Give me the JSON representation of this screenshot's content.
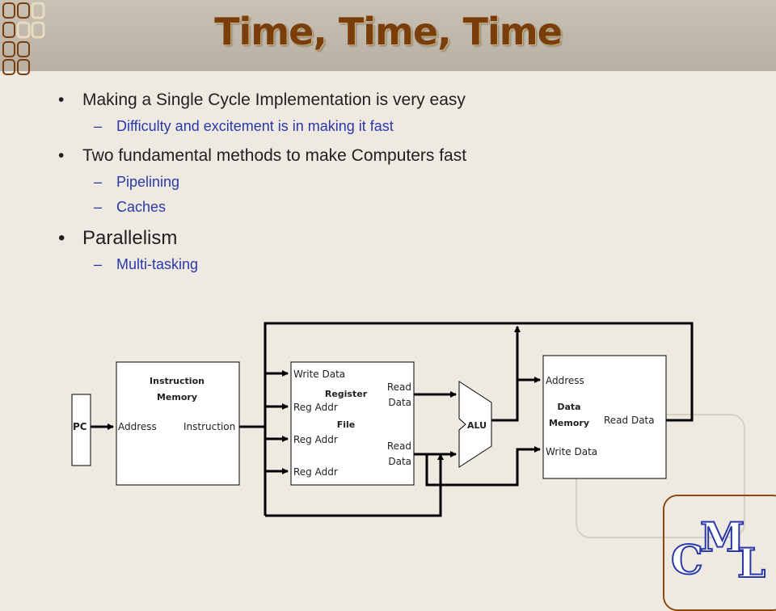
{
  "slide": {
    "title": "Time, Time, Time",
    "bullets": [
      {
        "text": "Making a Single Cycle Implementation is very easy",
        "subs": [
          "Difficulty and excitement is in making it fast"
        ]
      },
      {
        "text": "Two fundamental methods to make Computers fast",
        "subs": [
          "Pipelining",
          "Caches"
        ]
      },
      {
        "text": "Parallelism",
        "subs": [
          "Multi-tasking"
        ]
      }
    ]
  },
  "diagram": {
    "pc": "PC",
    "imem_title_1": "Instruction",
    "imem_title_2": "Memory",
    "imem_address": "Address",
    "imem_instruction": "Instruction",
    "reg_write_data": "Write Data",
    "reg_title_1": "Register",
    "reg_title_2": "File",
    "reg_addr_1": "Reg Addr",
    "reg_addr_2": "Reg Addr",
    "reg_addr_3": "Reg Addr",
    "reg_read1_a": "Read",
    "reg_read1_b": "Data",
    "reg_read2_a": "Read",
    "reg_read2_b": "Data",
    "alu": "ALU",
    "dmem_address": "Address",
    "dmem_title_1": "Data",
    "dmem_title_2": "Memory",
    "dmem_read_data": "Read Data",
    "dmem_write_data": "Write Data"
  },
  "logo": {
    "c": "C",
    "m": "M",
    "l": "L"
  },
  "colors": {
    "title": "#7a3d0c",
    "sub_bullet": "#2a38a8",
    "header": "#bfb8aa",
    "background": "#eeeae2"
  }
}
